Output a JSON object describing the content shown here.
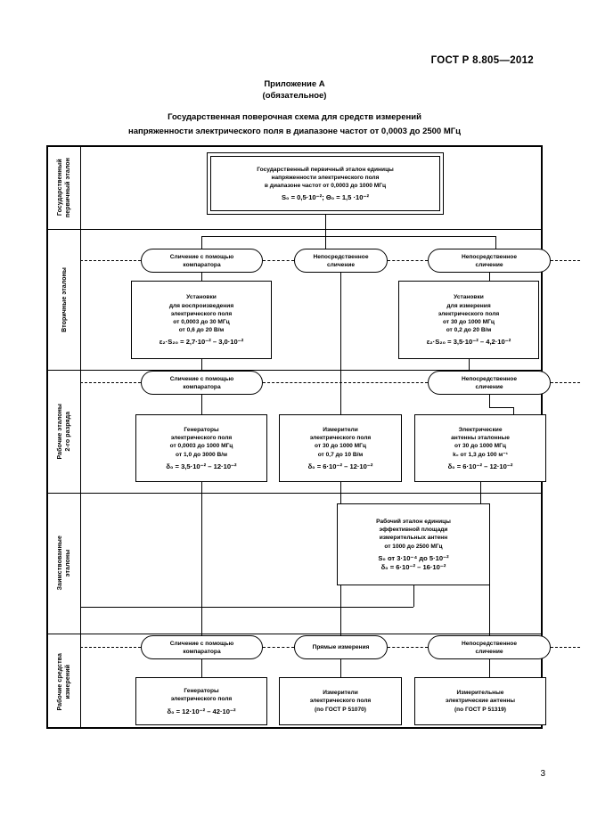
{
  "document": {
    "standard_number": "ГОСТ Р 8.805—2012",
    "page_number": "3",
    "annex_label": "Приложение А",
    "annex_kind": "(обязательное)",
    "scheme_title_line1": "Государственная поверочная схема для средств измерений",
    "scheme_title_line2": "напряженности электрического поля в диапазоне частот от 0,0003 до 2500 МГц"
  },
  "sidebar": {
    "items": [
      {
        "id": "state-primary-standard",
        "label": "Государственный\nпервичный эталон"
      },
      {
        "id": "secondary-standards",
        "label": "Вторичные эталоны"
      },
      {
        "id": "working-standards-2nd-rank",
        "label": "Рабочие эталоны\n2-го разряда"
      },
      {
        "id": "borrowed-standards",
        "label": "Заимствованные\nэталоны"
      },
      {
        "id": "working-measuring-instruments",
        "label": "Рабочие средства\nизмерений"
      }
    ]
  },
  "nodes": {
    "state_primary": {
      "l1": "Государственный первичный эталон единицы",
      "l2": "напряженности электрического поля",
      "l3": "в диапазоне частот от 0,0003 до 1000 МГц",
      "formula": "S₀ = 0,5·10⁻²;  Θ₀ = 1,5 ·10⁻²"
    },
    "secondary_left": {
      "l1": "Установки",
      "l2": "для воспроизведения",
      "l3": "электрического поля",
      "l4": "от 0,0003 до 30 МГц",
      "l5": "от 0,6 до 20 В/м",
      "formula": "ε₂·S₂₀ = 2,7·10⁻² – 3,0·10⁻²"
    },
    "secondary_right": {
      "l1": "Установки",
      "l2": "для измерения",
      "l3": "электрического поля",
      "l4": "от 30 до 1000 МГц",
      "l5": "от 0,2 до 20 В/м",
      "formula": "ε₂·S₂₀ = 3,5·10⁻² – 4,2·10⁻²"
    },
    "ws_generators": {
      "l1": "Генераторы",
      "l2": "электрического поля",
      "l3": "от 0,0003 до 1000 МГц",
      "l4": "от 1,0 до 3000 В/м",
      "formula": "δ₀ = 3,5·10⁻² – 12·10⁻²"
    },
    "ws_meters": {
      "l1": "Измерители",
      "l2": "электрического поля",
      "l3": "от 30 до 1000 МГц",
      "l4": "от 0,7 до 10 В/м",
      "formula": "δ₀ = 6·10⁻² – 12·10⁻²"
    },
    "ws_antennas": {
      "l1": "Электрические",
      "l2": "антенны эталонные",
      "l3": "от 30 до 1000 МГц",
      "l4": "k₀ от 1,3 до 100 м⁻¹",
      "formula": "δ₀ = 6·10⁻² – 12·10⁻²"
    },
    "borrowed": {
      "l1": "Рабочий эталон единицы",
      "l2": "эффективной площади",
      "l3": "измерительных антенн",
      "l4": "от 1000 до 2500 МГц",
      "formula1": "S₀ от 3·10⁻⁴ до 5·10⁻²",
      "formula2": "δ₀ = 6·10⁻² – 16·10⁻²"
    },
    "wmi_generators": {
      "l1": "Генераторы",
      "l2": "электрического поля",
      "formula": "δ₀ = 12·10⁻² – 42·10⁻²"
    },
    "wmi_meters": {
      "l1": "Измерители",
      "l2": "электрического поля",
      "l3": "(по ГОСТ Р 51070)"
    },
    "wmi_antennas": {
      "l1": "Измерительные",
      "l2": "электрические антенны",
      "l3": "(по ГОСТ Р 51319)"
    }
  },
  "methods": {
    "row1": [
      {
        "id": "comparator-1",
        "l1": "Сличение с помощью",
        "l2": "компаратора"
      },
      {
        "id": "direct-comparison-1",
        "l1": "Непосредственное",
        "l2": "сличение"
      },
      {
        "id": "direct-comparison-2",
        "l1": "Непосредственное",
        "l2": "сличение"
      }
    ],
    "row2": [
      {
        "id": "comparator-2",
        "l1": "Сличение с помощью",
        "l2": "компаратора"
      },
      {
        "id": "direct-comparison-3",
        "l1": "Непосредственное",
        "l2": "сличение"
      }
    ],
    "row3": [
      {
        "id": "comparator-3",
        "l1": "Сличение с помощью",
        "l2": "компаратора"
      },
      {
        "id": "direct-measurement",
        "l1": "Прямые измерения",
        "l2": ""
      },
      {
        "id": "direct-comparison-4",
        "l1": "Непосредственное",
        "l2": "сличение"
      }
    ]
  }
}
